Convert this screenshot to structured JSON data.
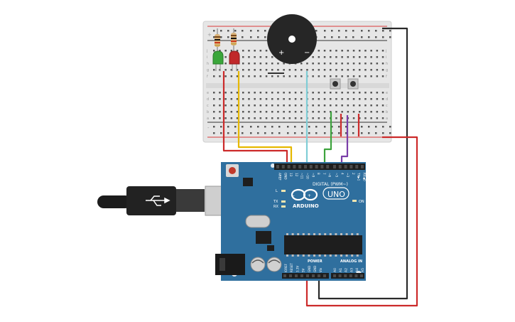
{
  "board": {
    "brand": "ARDUINO",
    "model": "UNO",
    "digital_header_label": "DIGITAL (PWM~)",
    "power_label": "POWER",
    "analog_label": "ANALOG IN",
    "on_led_label": "ON",
    "led_labels": [
      "L",
      "TX",
      "RX"
    ],
    "digital_pins": [
      "AREF",
      "GND",
      "13",
      "12",
      "~11",
      "~10",
      "~9",
      "8",
      "7",
      "~6",
      "~5",
      "4",
      "~3",
      "2",
      "TX▶1",
      "RX◀0"
    ],
    "power_pins": [
      "IOREF",
      "RESET",
      "3.3V",
      "5V",
      "GND",
      "GND",
      "Vin"
    ],
    "analog_pins": [
      "A0",
      "A1",
      "A2",
      "A3",
      "A4",
      "A5"
    ]
  },
  "breadboard": {
    "row_letters_top": [
      "j",
      "i",
      "h",
      "g",
      "f"
    ],
    "row_letters_bottom": [
      "e",
      "d",
      "c",
      "b",
      "a"
    ],
    "rail_plus": "+",
    "rail_minus": "-"
  },
  "buzzer": {
    "plus": "+",
    "minus": "−"
  },
  "colors": {
    "board": "#2f6f9e",
    "breadboard": "#e5e5e5",
    "rail_red": "#d93b3b",
    "rail_black": "#333333",
    "wire_red": "#cc2a2a",
    "wire_yellow": "#e6b800",
    "wire_cyan": "#7fcdd6",
    "wire_green": "#3da33d",
    "wire_purple": "#7a3da8",
    "wire_black": "#2a2a2a",
    "led_green": "#3aa63a",
    "led_red": "#c0282a"
  }
}
